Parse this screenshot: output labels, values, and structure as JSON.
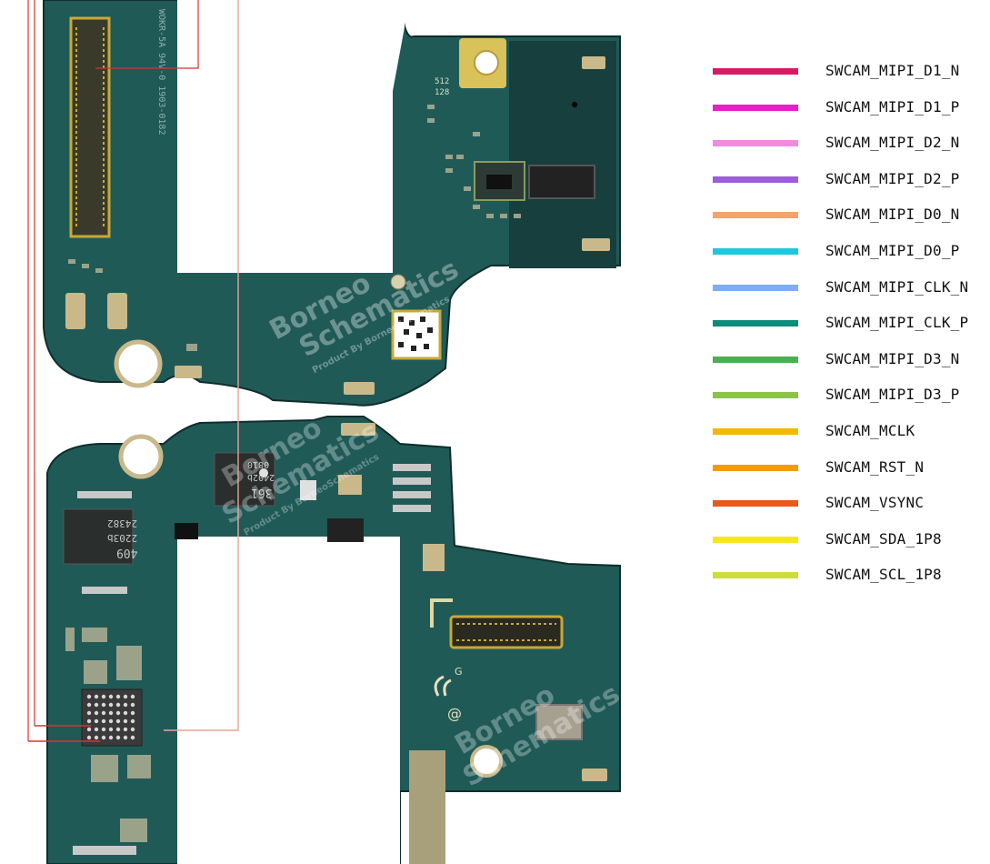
{
  "board": {
    "silkscreen_top": "WOKR-5A 94V-0 1903-0182",
    "chip_a_lines": [
      "24382",
      "2203b",
      "409"
    ],
    "chip_b_lines": [
      "0810",
      "2402b",
      "361"
    ],
    "marking_512": "512",
    "marking_128": "128",
    "marking_g": "G",
    "marking_a": "@",
    "watermark_top": [
      "Borneo",
      "Schematics"
    ],
    "watermark_top_small": "Product By BorneoSchematics",
    "watermark_bottom": [
      "Borneo",
      "Schematics"
    ],
    "watermark_bottom_small": "Product By BorneoSchematics",
    "colors": {
      "pcb": "#1f5a57",
      "pcb_dark": "#163f3d",
      "pad": "#c9b98a",
      "trace": "#d8322f",
      "trace_light": "#e8a49a"
    }
  },
  "legend": [
    {
      "label": "SWCAM_MIPI_D1_N",
      "color": "#d81b60"
    },
    {
      "label": "SWCAM_MIPI_D1_P",
      "color": "#e91ec8"
    },
    {
      "label": "SWCAM_MIPI_D2_N",
      "color": "#f08be0"
    },
    {
      "label": "SWCAM_MIPI_D2_P",
      "color": "#9c5ddc"
    },
    {
      "label": "SWCAM_MIPI_D0_N",
      "color": "#f4a46a"
    },
    {
      "label": "SWCAM_MIPI_D0_P",
      "color": "#1ec8dc"
    },
    {
      "label": "SWCAM_MIPI_CLK_N",
      "color": "#7eaef0"
    },
    {
      "label": "SWCAM_MIPI_CLK_P",
      "color": "#0d8c7c"
    },
    {
      "label": "SWCAM_MIPI_D3_N",
      "color": "#4caf50"
    },
    {
      "label": "SWCAM_MIPI_D3_P",
      "color": "#8bc34a"
    },
    {
      "label": "SWCAM_MCLK",
      "color": "#f5b800"
    },
    {
      "label": "SWCAM_RST_N",
      "color": "#f59a00"
    },
    {
      "label": "SWCAM_VSYNC",
      "color": "#e8591a"
    },
    {
      "label": "SWCAM_SDA_1P8",
      "color": "#f5e61e"
    },
    {
      "label": "SWCAM_SCL_1P8",
      "color": "#cddc39"
    }
  ]
}
